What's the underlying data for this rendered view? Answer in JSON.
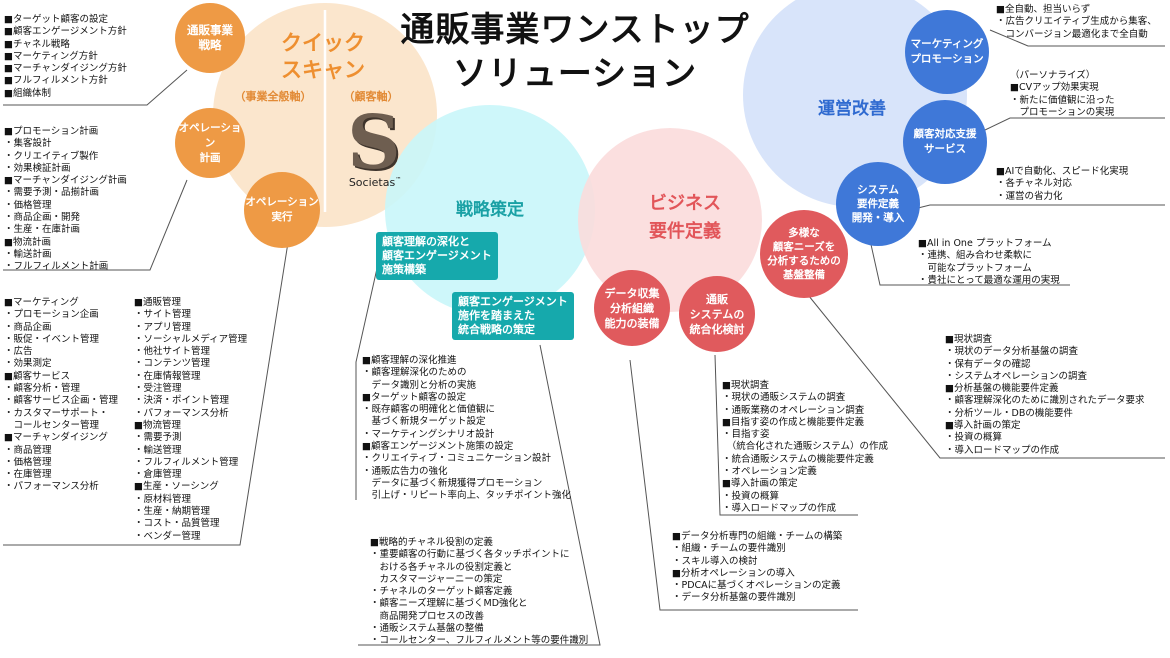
{
  "title": "通販事業ワンストップ\nソリューション",
  "areas": {
    "quick_scan": "クイック\nスキャン",
    "company_axis": "（事業全般軸）",
    "customer_axis": "（顧客軸）",
    "strategy": "戦略策定",
    "business_req": "ビジネス\n要件定義",
    "operation_improve": "運営改善"
  },
  "logo": {
    "text": "Societas",
    "tm": "™"
  },
  "circles": {
    "tsuhan_strategy": "通販事業\n戦略",
    "op_plan": "オペレーション\n計画",
    "op_exec": "オペレーション\n実行",
    "marketing_promo": "マーケティング\nプロモーション",
    "customer_support": "顧客対応支援\nサービス",
    "system_req": "システム\n要件定義\n開発・導入",
    "diverse_needs": "多様な\n顧客ニーズを\n分析するための\n基盤整備",
    "data_collection": "データ収集\n分析組織\n能力の装備",
    "tsuhan_system": "通販\nシステムの\n統合化検討"
  },
  "boxes": {
    "customer_understanding": "顧客理解の深化と\n顧客エンゲージメント\n施策構築",
    "engagement_strategy": "顧客エンゲージメント\n施作を踏まえた\n統合戦略の策定"
  },
  "notes": {
    "tsuhan_strategy": "■ターゲット顧客の設定\n■顧客エンゲージメント方針\n■チャネル戦略\n■マーケティング方針\n■マーチャンダイジング方針\n■フルフィルメント方針\n■組織体制",
    "op_plan": "■プロモーション計画\n・集客設計\n・クリエイティブ製作\n・効果検証計画\n■マーチャンダイジング計画\n・需要予測・品揃計画\n・価格管理\n・商品企画・開発\n・生産・在庫計画\n■物流計画\n・輸送計画\n・フルフィルメント計画",
    "op_exec_left": "■マーケティング\n・プロモーション企画\n・商品企画\n・販促・イベント管理\n・広告\n・効果測定\n■顧客サービス\n・顧客分析・管理\n・顧客サービス企画・管理\n・カスタマーサポート・\n　コールセンター管理\n■マーチャンダイジング\n・商品管理\n・価格管理\n・在庫管理\n・パフォーマンス分析",
    "op_exec_right": "■通販管理\n・サイト管理\n・アプリ管理\n・ソーシャルメディア管理\n・他社サイト管理\n・コンテンツ管理\n・在庫情報管理\n・受注管理\n・決済・ポイント管理\n・パフォーマンス分析\n■物流管理\n・需要予測\n・輸送管理\n・フルフィルメント管理\n・倉庫管理\n■生産・ソーシング\n・原材料管理\n・生産・納期管理\n・コスト・品質管理\n・ベンダー管理",
    "strategy_mid": "■顧客理解の深化推進\n・顧客理解深化のための\n　データ識別と分析の実施\n■ターゲット顧客の設定\n・既存顧客の明確化と価値観に\n　基づく新規ターゲット設定\n・マーケティングシナリオ設計\n■顧客エンゲージメント施策の設定\n・クリエイティブ・コミュニケーション設計\n・通販広告力の強化\n　データに基づく新規獲得プロモーション\n　引上げ・リピート率向上、タッチポイント強化",
    "strategy_bottom": "■戦略的チャネル役割の定義\n・重要顧客の行動に基づく各タッチポイントに\n　おける各チャネルの役割定義と\n　カスタマージャーニーの策定\n・チャネルのターゲット顧客定義\n・顧客ニーズ理解に基づくMD強化と\n　商品開発プロセスの改善\n・通販システム基盤の整備\n・コールセンター、フルフィルメント等の要件識別",
    "data_collection": "■データ分析専門の組織・チームの構築\n・組織・チームの要件識別\n・スキル導入の検討\n■分析オペレーションの導入\n・PDCAに基づくオペレーションの定義\n・データ分析基盤の要件識別",
    "tsuhan_system": "■現状調査\n・現状の通販システムの調査\n・通販業務のオペレーション調査\n■目指す姿の作成と機能要件定義\n・目指す姿\n　（統合化された通販システム）の作成\n・統合通販システムの機能要件定義\n・オペレーション定義\n■導入計画の策定\n・投資の概算\n・導入ロードマップの作成",
    "diverse_needs": "■現状調査\n・現状のデータ分析基盤の調査\n・保有データの確認\n・システムオペレーションの調査\n■分析基盤の機能要件定義\n・顧客理解深化のために識別されたデータ要求\n・分析ツール・DBの機能要件\n■導入計画の策定\n・投資の概算\n・導入ロードマップの作成",
    "marketing_promo": "■全自動、担当いらず\n・広告クリエイティブ生成から集客、\n　コンバージョン最適化まで全自動",
    "customer_support": "（パーソナライズ）\n■CVアップ効果実現\n・新たに価値観に沿った\n　プロモーションの実現",
    "ai_auto": "■AIで自動化、スピード化実現\n・各チャネル対応\n・運営の省力化",
    "system_req": "■All in One プラットフォーム\n・連携、組み合わせ柔軟に\n　可能なプラットフォーム\n・貴社にとって最適な運用の実現"
  },
  "colors": {
    "orange": "#ee9a45",
    "blue": "#3f78d8",
    "red": "#e05a5d",
    "teal": "#16a9ac",
    "peach_area": "#fbe3c8",
    "cyan_area": "#c9f6f9",
    "pink_area": "#fbdcdc",
    "lightblue_area": "#d4e1fa"
  }
}
